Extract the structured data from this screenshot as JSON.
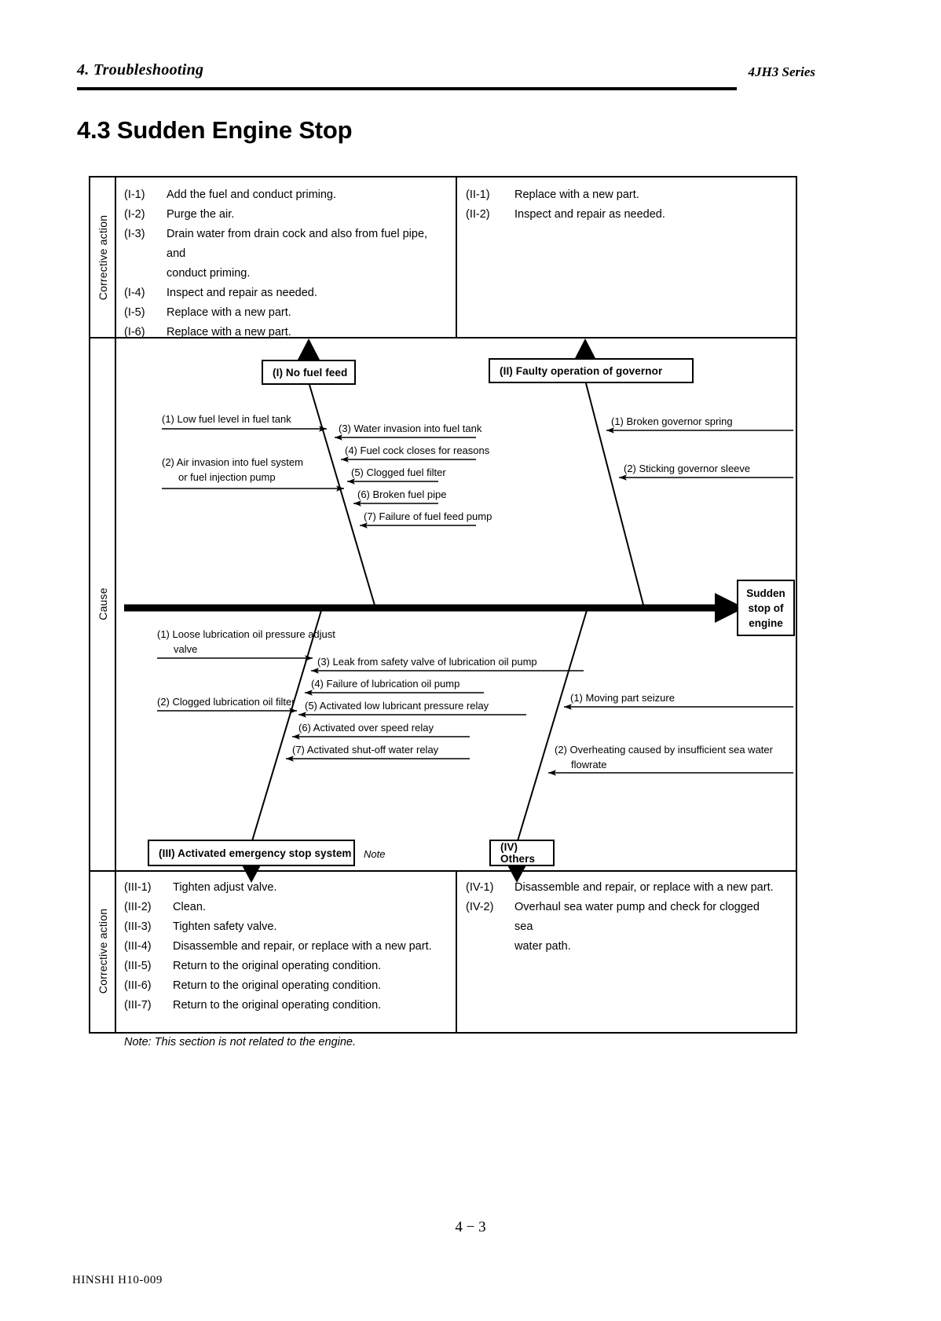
{
  "header": {
    "left": "4. Troubleshooting",
    "right": "4JH3 Series"
  },
  "section_title": "4.3 Sudden Engine Stop",
  "rails": {
    "top": "Corrective action",
    "middle": "Cause",
    "bottom": "Corrective action"
  },
  "top_actions": {
    "left": [
      {
        "tag": "(I-1)",
        "text": "Add the fuel and conduct priming."
      },
      {
        "tag": "(I-2)",
        "text": "Purge the air."
      },
      {
        "tag": "(I-3)",
        "text": "Drain water from drain cock and also from fuel pipe, and",
        "cont": "conduct priming."
      },
      {
        "tag": "(I-4)",
        "text": "Inspect and repair as needed."
      },
      {
        "tag": "(I-5)",
        "text": "Replace with a new part."
      },
      {
        "tag": "(I-6)",
        "text": "Replace with a new part."
      }
    ],
    "right": [
      {
        "tag": "(II-1)",
        "text": "Replace with a new part."
      },
      {
        "tag": "(II-2)",
        "text": "Inspect and repair as needed."
      }
    ]
  },
  "bottom_actions": {
    "left": [
      {
        "tag": "(III-1)",
        "text": "Tighten adjust valve."
      },
      {
        "tag": "(III-2)",
        "text": "Clean."
      },
      {
        "tag": "(III-3)",
        "text": "Tighten safety valve."
      },
      {
        "tag": "(III-4)",
        "text": "Disassemble and repair, or replace with a new part."
      },
      {
        "tag": "(III-5)",
        "text": "Return to the original operating condition."
      },
      {
        "tag": "(III-6)",
        "text": "Return to the original operating condition."
      },
      {
        "tag": "(III-7)",
        "text": "Return to the original operating condition."
      }
    ],
    "left_note": "Note: This section is not related to the engine.",
    "right": [
      {
        "tag": "(IV-1)",
        "text": "Disassemble and repair, or replace with a new part."
      },
      {
        "tag": "(IV-2)",
        "text": "Overhaul sea water pump and check for clogged sea",
        "cont": "water path."
      }
    ]
  },
  "fishbone": {
    "effect": {
      "line1": "Sudden",
      "line2": "stop of",
      "line3": "engine"
    },
    "categories": {
      "I": "(I)  No fuel feed",
      "II": "(II) Faulty operation of governor",
      "III": "(III)  Activated emergency stop system",
      "IV": "(IV) Others",
      "III_note": "Note"
    },
    "causes_I": [
      "(1) Low fuel level in fuel tank",
      "(2) Air invasion into fuel system",
      "or fuel injection pump",
      "(3) Water invasion into fuel tank",
      "(4) Fuel cock closes for reasons",
      "(5) Clogged fuel filter",
      "(6) Broken fuel pipe",
      "(7) Failure of fuel feed pump"
    ],
    "causes_II": [
      "(1)  Broken governor spring",
      "(2) Sticking governor sleeve"
    ],
    "causes_III": [
      "(1) Loose lubrication oil pressure adjust",
      "valve",
      "(2) Clogged lubrication oil filter",
      "(3) Leak from safety valve of lubrication oil pump",
      "(4) Failure of lubrication oil pump",
      "(5) Activated low lubricant pressure relay",
      "(6) Activated over speed relay",
      "(7) Activated shut-off water relay"
    ],
    "causes_IV": [
      "(1)  Moving part seizure",
      "(2) Overheating caused by insufficient sea water",
      "flowrate"
    ]
  },
  "footer": {
    "page_number": "4 − 3",
    "doc_code": "HINSHI  H10-009"
  }
}
